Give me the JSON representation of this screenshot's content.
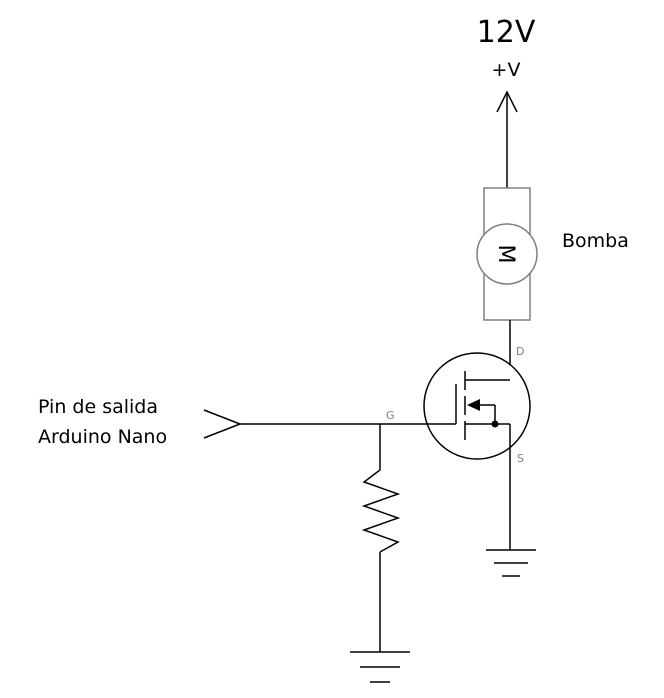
{
  "supply": {
    "voltage": "12V",
    "rail": "+V"
  },
  "load": {
    "label": "Bomba",
    "motor_symbol": "M"
  },
  "input": {
    "line1": "Pin de salida",
    "line2": "Arduino Nano"
  },
  "mosfet": {
    "drain": "D",
    "gate": "G",
    "source": "S"
  }
}
